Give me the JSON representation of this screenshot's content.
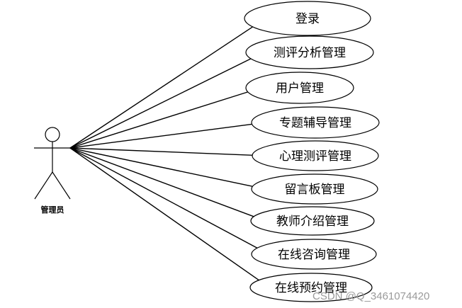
{
  "actor": {
    "label": "管理员"
  },
  "use_cases": [
    {
      "label": "登录"
    },
    {
      "label": "测评分析管理"
    },
    {
      "label": "用户管理"
    },
    {
      "label": "专题辅导管理"
    },
    {
      "label": "心理测评管理"
    },
    {
      "label": "留言板管理"
    },
    {
      "label": "教师介绍管理"
    },
    {
      "label": "在线咨询管理"
    },
    {
      "label": "在线预约管理"
    }
  ],
  "watermark": "CSDN @Q_3461074420"
}
